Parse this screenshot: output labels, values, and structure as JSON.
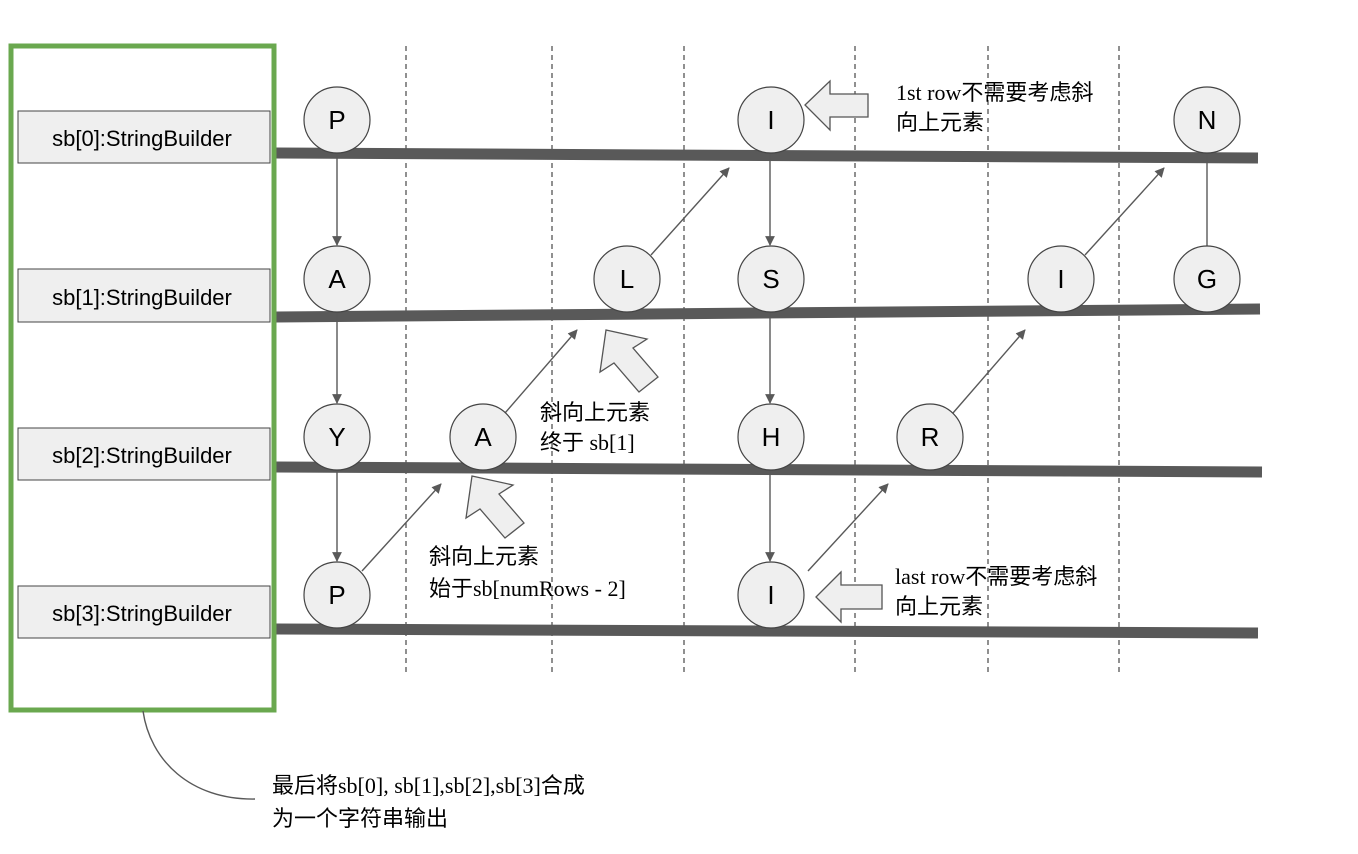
{
  "rows": [
    {
      "label": "sb[0]:StringBuilder"
    },
    {
      "label": "sb[1]:StringBuilder"
    },
    {
      "label": "sb[2]:StringBuilder"
    },
    {
      "label": "sb[3]:StringBuilder"
    }
  ],
  "nodes": [
    {
      "id": "p1",
      "text": "P",
      "row": 0,
      "col": 0
    },
    {
      "id": "a1",
      "text": "A",
      "row": 1,
      "col": 0
    },
    {
      "id": "y1",
      "text": "Y",
      "row": 2,
      "col": 0
    },
    {
      "id": "p2",
      "text": "P",
      "row": 3,
      "col": 0
    },
    {
      "id": "a2",
      "text": "A",
      "row": 2,
      "col": 1
    },
    {
      "id": "l1",
      "text": "L",
      "row": 1,
      "col": 2
    },
    {
      "id": "i1",
      "text": "I",
      "row": 0,
      "col": 3
    },
    {
      "id": "s1",
      "text": "S",
      "row": 1,
      "col": 3
    },
    {
      "id": "h1",
      "text": "H",
      "row": 2,
      "col": 3
    },
    {
      "id": "i2",
      "text": "I",
      "row": 3,
      "col": 3
    },
    {
      "id": "r1",
      "text": "R",
      "row": 2,
      "col": 4
    },
    {
      "id": "i3",
      "text": "I",
      "row": 1,
      "col": 5
    },
    {
      "id": "n1",
      "text": "N",
      "row": 0,
      "col": 6
    },
    {
      "id": "g1",
      "text": "G",
      "row": 1,
      "col": 6
    }
  ],
  "annotations": {
    "first_row_line1": "1st row不需要考虑斜",
    "first_row_line2": "向上元素",
    "diag_end_line1": "斜向上元素",
    "diag_end_line2": "终于 sb[1]",
    "diag_start_line1": "斜向上元素",
    "diag_start_line2": "始于sb[numRows - 2]",
    "last_row_line1": "last row不需要考虑斜",
    "last_row_line2": "向上元素",
    "merge_line1": "最后将sb[0], sb[1],sb[2],sb[3]合成",
    "merge_line2": "为一个字符串输出"
  },
  "colors": {
    "container_border": "#6aa84f",
    "label_fill": "#efefef",
    "node_fill": "#efefef",
    "lane_line": "#595959",
    "arrow": "#595959",
    "hint_arrow_fill": "#efefef"
  }
}
